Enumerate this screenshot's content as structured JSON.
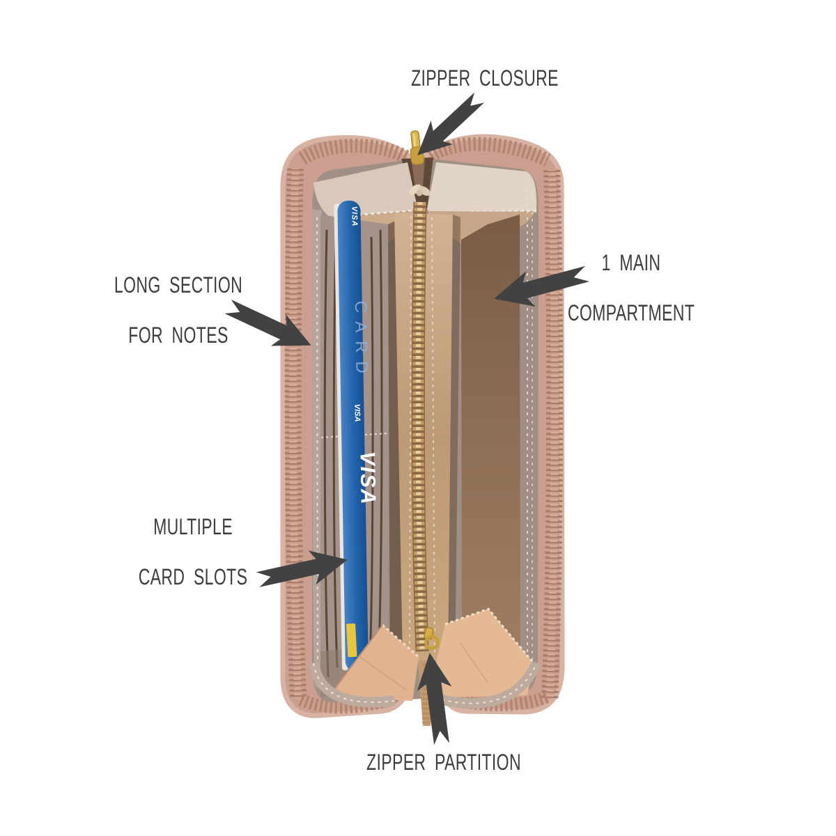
{
  "diagram": {
    "labels": {
      "zipper_closure": {
        "text": "ZIPPER CLOSURE"
      },
      "long_section": {
        "line1": "LONG SECTION",
        "line2": "FOR NOTES"
      },
      "main_compartment": {
        "line1": "1 MAIN",
        "line2": "COMPARTMENT"
      },
      "card_slots": {
        "line1": "MULTIPLE",
        "line2": "CARD SLOTS"
      },
      "zipper_partition": {
        "text": "ZIPPER PARTITION"
      }
    },
    "card": {
      "brand_small_top": "VISA",
      "vertical_text": "CARD",
      "brand_small_mid": "VISA",
      "brand_large": "VISA"
    },
    "colors": {
      "label_text": "#3d3d3d",
      "arrow": "#424242",
      "wallet_exterior": "#cb9f90",
      "zipper_teeth": "#a97c69",
      "interior_lining": "#a3938a",
      "partition_tan": "#c7a06b",
      "main_compartment_brown": "#7c5f4a",
      "inner_peach": "#e4b693",
      "card_blue": "#2263ab",
      "card_accent_yellow": "#e9c63c",
      "hardware_gold": "#cda244"
    }
  }
}
